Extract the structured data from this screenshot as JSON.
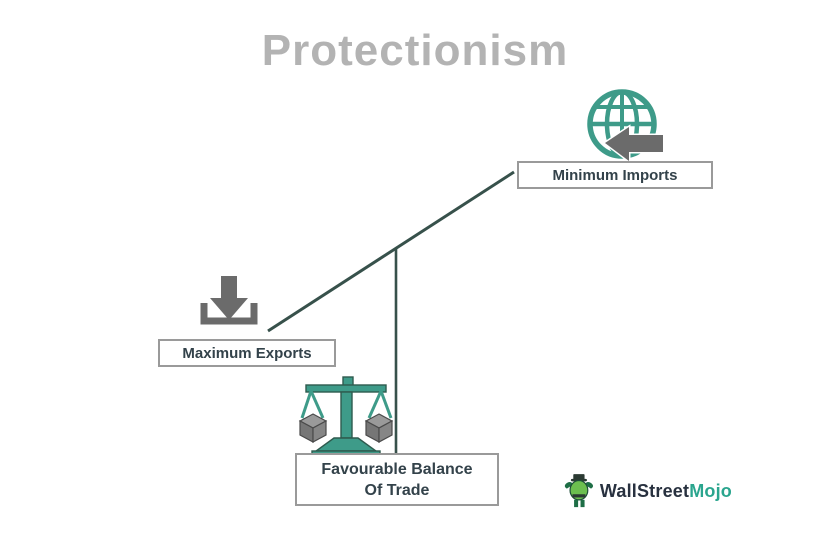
{
  "title": "Protectionism",
  "diagram": {
    "type": "concept-seesaw",
    "nodes": {
      "imports": {
        "label": "Minimum Imports",
        "icon": "globe-with-inbound-arrow-icon"
      },
      "exports": {
        "label": "Maximum Exports",
        "icon": "download-arrow-icon"
      },
      "balance": {
        "label": "Favourable Balance Of Trade",
        "icon": "balance-scale-icon"
      }
    },
    "connectors": [
      {
        "from": "exports",
        "to": "imports",
        "style": "diagonal-beam"
      },
      {
        "from": "beam-center",
        "to": "balance",
        "style": "vertical-post"
      }
    ]
  },
  "logo": {
    "primary": "WallStreet",
    "secondary": "Mojo",
    "icon": "wallstreetmojo-mascot-icon"
  },
  "colors": {
    "title_gray": "#b3b3b3",
    "teal": "#3e9b89",
    "icon_gray": "#6b6b6b",
    "line_dark": "#37514b",
    "label_text": "#33424a",
    "box_border": "#9a9a9a",
    "logo_primary": "#28313f",
    "logo_secondary": "#2aa58e",
    "background": "#ffffff"
  }
}
